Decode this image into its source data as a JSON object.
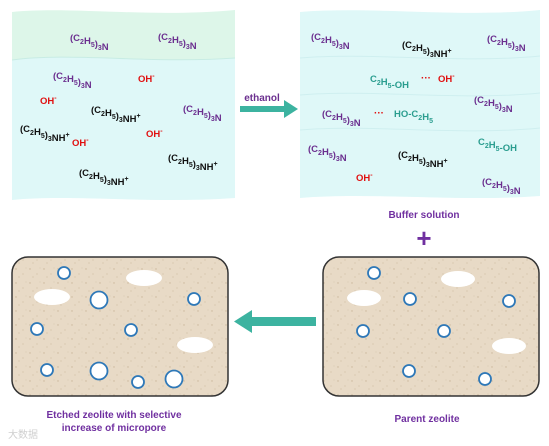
{
  "panel_left": {
    "upper_species": [
      "(C2H5)3N",
      "(C2H5)3N"
    ],
    "lower_species": [
      "(C2H5)3N",
      "OH-",
      "OH-",
      "(C2H5)3NH+",
      "(C2H5)3N",
      "(C2H5)3NH+",
      "OH-",
      "OH-",
      "(C2H5)3NH+",
      "(C2H5)3NH+"
    ]
  },
  "arrow_label": "ethanol",
  "panel_right": {
    "species": [
      "(C2H5)3N",
      "(C2H5)3NH+",
      "(C2H5)3N",
      "C2H5-OH",
      "OH-",
      "(C2H5)3N",
      "HO-C2H5",
      "(C2H5)3N",
      "C2H5-OH",
      "(C2H5)3N",
      "(C2H5)3NH+",
      "OH-",
      "(C2H5)3N"
    ],
    "caption": "Buffer solution"
  },
  "plus_sign": "+",
  "zeolite_left_caption": [
    "Etched zeolite with selective",
    "increase of micropore"
  ],
  "zeolite_right_caption": "Parent zeolite",
  "watermark": "大数据",
  "colors": {
    "amine_purple": "#6b2f8f",
    "cation_black": "#111111",
    "hydroxide_red": "#e01010",
    "ethanol_teal": "#2a9d8f",
    "arrow_teal": "#3cb3a0",
    "caption_purple": "#7030a0",
    "zeolite_fill": "#e6d7c2",
    "pore_blue": "#2e78b8"
  }
}
